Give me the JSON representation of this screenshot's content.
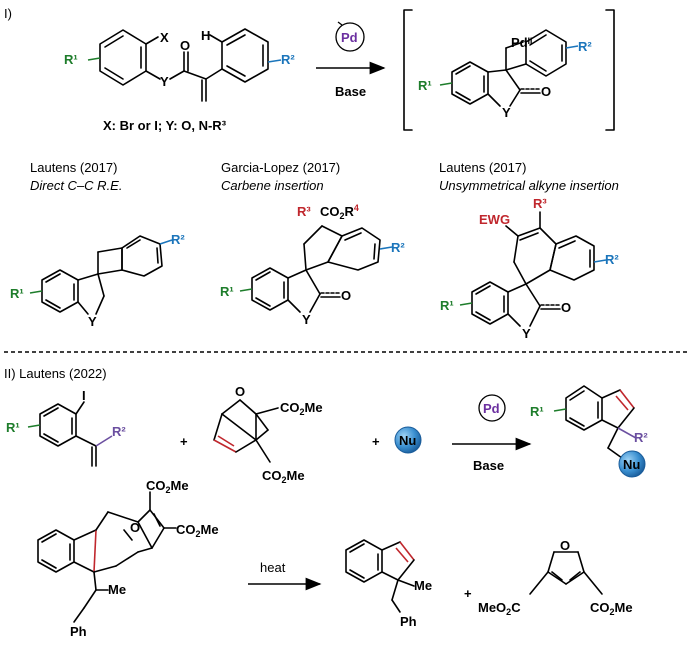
{
  "section1": {
    "label": "I)",
    "catalyst": "Pd",
    "base": "Base",
    "substrate_note": "X: Br or I; Y: O, N-R³",
    "labels": {
      "X": "X",
      "Y": "Y",
      "O": "O",
      "H": "H",
      "R1": "R¹",
      "R2": "R²",
      "PdII": "Pdᴵᴵ"
    }
  },
  "examples": [
    {
      "author": "Lautens (2017)",
      "method": "Direct C–C R.E."
    },
    {
      "author": "Garcia-Lopez (2017)",
      "method": "Carbene insertion"
    },
    {
      "author": "Lautens (2017)",
      "method": "Unsymmetrical alkyne insertion"
    }
  ],
  "example_labels": {
    "CO2R4": "CO₂R⁴",
    "R3": "R³",
    "EWG": "EWG"
  },
  "section2": {
    "label": "II) Lautens (2022)",
    "reagent_I": "I",
    "ester": "CO₂Me",
    "nu": "Nu",
    "plus": "+",
    "catalyst": "Pd",
    "base": "Base",
    "heat": "heat",
    "me": "Me",
    "ph": "Ph",
    "furan_left": "MeO₂C",
    "furan_right": "CO₂Me",
    "O": "O"
  },
  "colors": {
    "green": "#1e7d2b",
    "blue": "#1b75bb",
    "purple": "#6b4fa0",
    "red": "#c0272d",
    "pd": "#6b2fa0"
  }
}
